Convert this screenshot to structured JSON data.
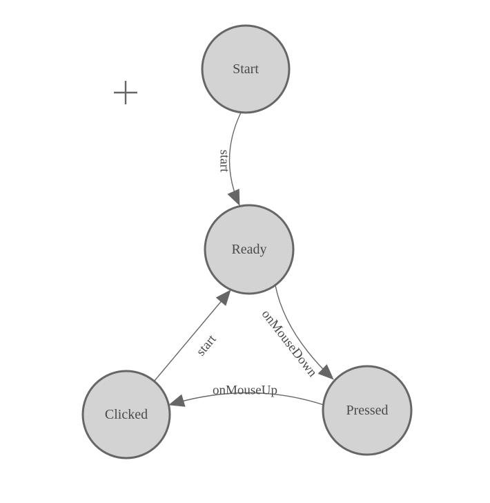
{
  "diagram": {
    "type": "state-diagram",
    "nodes": [
      {
        "id": "start",
        "label": "Start"
      },
      {
        "id": "ready",
        "label": "Ready"
      },
      {
        "id": "clicked",
        "label": "Clicked"
      },
      {
        "id": "pressed",
        "label": "Pressed"
      }
    ],
    "edges": [
      {
        "from": "start",
        "to": "ready",
        "label": "start"
      },
      {
        "from": "ready",
        "to": "pressed",
        "label": "onMouseDown"
      },
      {
        "from": "pressed",
        "to": "clicked",
        "label": "onMouseUp"
      },
      {
        "from": "clicked",
        "to": "ready",
        "label": "start"
      }
    ],
    "icons": [
      {
        "name": "plus-icon",
        "glyph": "+"
      }
    ],
    "colors": {
      "background": "#ffffff",
      "node_fill": "#d3d3d3",
      "node_stroke": "#666666",
      "edge_stroke": "#666666",
      "label_text": "#4a4a4a"
    }
  }
}
